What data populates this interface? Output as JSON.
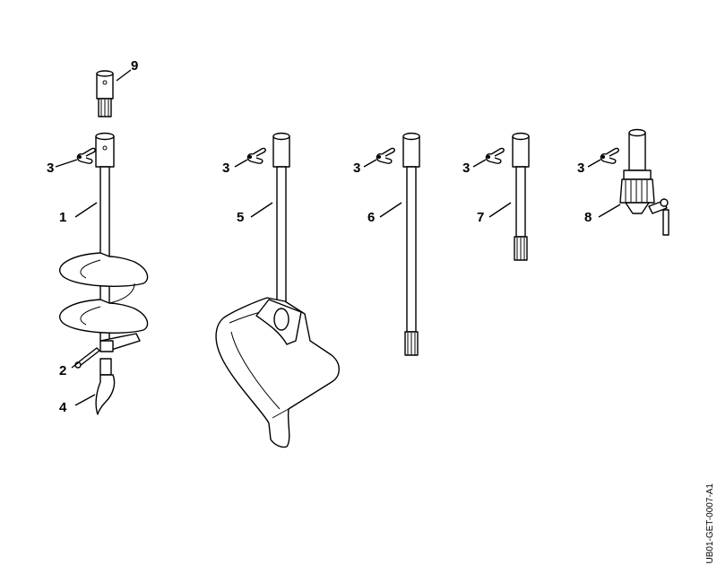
{
  "diagram": {
    "callouts": {
      "c1": "1",
      "c2": "2",
      "c3a": "3",
      "c3b": "3",
      "c3c": "3",
      "c3d": "3",
      "c3e": "3",
      "c4": "4",
      "c5": "5",
      "c6": "6",
      "c7": "7",
      "c8": "8",
      "c9": "9"
    },
    "drawing_code": "UB01-GET-0007-A1"
  }
}
